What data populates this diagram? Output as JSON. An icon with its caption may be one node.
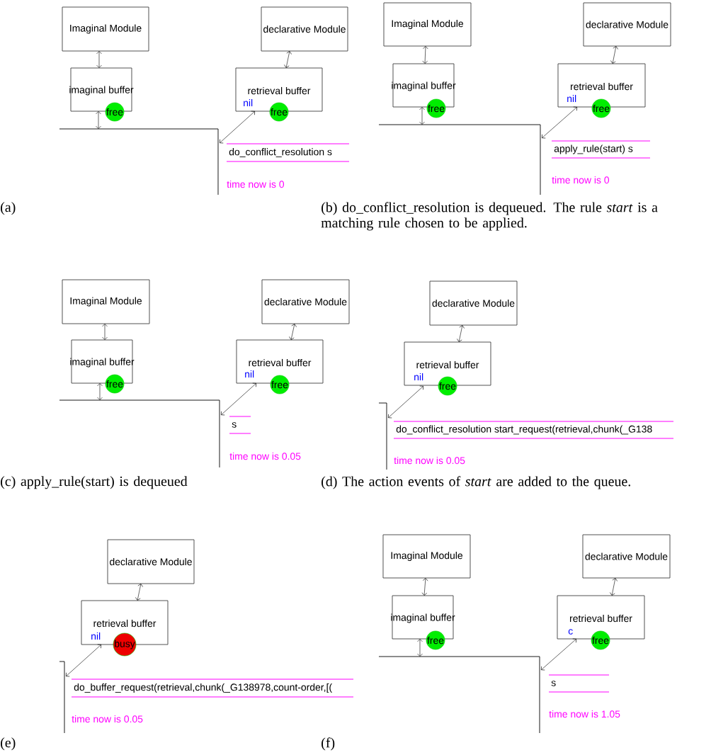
{
  "diagram": {
    "nodes": [
      {
        "text": [
          "Imaginal Module"
        ]
      },
      {
        "text": [
          "imaginal buffer"
        ]
      },
      {
        "text": [
          "free"
        ]
      },
      {
        "text": [
          "declarative Module"
        ]
      },
      {
        "text": [
          "retrieval buffer",
          "nil"
        ]
      },
      {
        "text": [
          "free"
        ]
      },
      {
        "text": [],
        "shape": "box"
      },
      {
        "text": [
          "do_conflict_resolution s"
        ]
      },
      {
        "text": [
          "Imaginal Module"
        ]
      },
      {
        "text": [
          "imaginal buffer"
        ]
      },
      {
        "text": [
          "free"
        ]
      },
      {
        "text": [
          "declarative Module"
        ]
      },
      {
        "text": [
          "retrieval buffer",
          "nil"
        ]
      },
      {
        "text": [
          "free"
        ]
      },
      {
        "text": [],
        "shape": "box"
      },
      {
        "text": [
          "apply_rule(start) s"
        ]
      },
      {
        "text": [
          "Imaginal Module"
        ]
      },
      {
        "text": [
          "imaginal buffer"
        ]
      },
      {
        "text": [
          "free"
        ]
      },
      {
        "text": [
          "declarative Module"
        ]
      },
      {
        "text": [
          "retrieval buffer",
          "nil"
        ]
      },
      {
        "text": [
          "free"
        ]
      },
      {
        "text": [],
        "shape": "box"
      },
      {
        "text": [
          "s"
        ]
      },
      {
        "text": [
          "declarative Module"
        ]
      },
      {
        "text": [
          "retrieval buffer",
          "nil"
        ]
      },
      {
        "text": [
          "free"
        ]
      },
      {
        "text": [],
        "shape": "box"
      },
      {
        "text": [
          "do_conflict_resolution start_request(retrieval,chunk(_G138"
        ]
      },
      {
        "text": [
          "declarative Module"
        ]
      },
      {
        "text": [
          "retrieval buffer",
          "nil"
        ]
      },
      {
        "text": [
          "busy"
        ]
      },
      {
        "text": [],
        "shape": "box"
      },
      {
        "text": [
          "do_buffer_request(retrieval,chunk(_G138978,count-order,[("
        ]
      },
      {
        "text": [
          "Imaginal Module"
        ]
      },
      {
        "text": [
          "imaginal buffer"
        ]
      },
      {
        "text": [
          "free"
        ]
      },
      {
        "text": [
          "declarative Module"
        ]
      },
      {
        "text": [
          "retrieval buffer",
          "c"
        ]
      },
      {
        "text": [
          "free"
        ]
      },
      {
        "text": [],
        "shape": "box"
      },
      {
        "text": [
          "s"
        ]
      }
    ],
    "edges": [
      {
        "from": 0,
        "to": 1,
        "arrow": "both"
      },
      {
        "from": 1,
        "to": 6,
        "arrow": "both"
      },
      {
        "from": 3,
        "to": 4,
        "arrow": "both"
      },
      {
        "from": 4,
        "to": 6,
        "arrow": "both"
      },
      {
        "from": 8,
        "to": 9,
        "arrow": "both"
      },
      {
        "from": 9,
        "to": 14,
        "arrow": "both"
      },
      {
        "from": 11,
        "to": 12,
        "arrow": "both"
      },
      {
        "from": 12,
        "to": 14,
        "arrow": "both"
      },
      {
        "from": 16,
        "to": 17,
        "arrow": "both"
      },
      {
        "from": 17,
        "to": 22,
        "arrow": "both"
      },
      {
        "from": 19,
        "to": 20,
        "arrow": "both"
      },
      {
        "from": 20,
        "to": 22,
        "arrow": "both"
      },
      {
        "from": 24,
        "to": 25,
        "arrow": "both"
      },
      {
        "from": 25,
        "to": 27,
        "arrow": "both"
      },
      {
        "from": 29,
        "to": 30,
        "arrow": "both"
      },
      {
        "from": 30,
        "to": 32,
        "arrow": "both"
      },
      {
        "from": 34,
        "to": 35,
        "arrow": "both"
      },
      {
        "from": 35,
        "to": 40,
        "arrow": "both"
      },
      {
        "from": 37,
        "to": 38,
        "arrow": "both"
      },
      {
        "from": 38,
        "to": 40,
        "arrow": "both"
      }
    ],
    "labels": [
      "time now is 0",
      "time now is 0",
      "(a)",
      "(b) do_conflict_resolution is dequeued. The rule *start* is a matching rule chosen to be applied.",
      "time now is 0.05",
      "time now is 0.05",
      "(c) apply_rule(start) is dequeued",
      "(d) The action events of *start* are added to the queue.",
      "time now is 0.05",
      "time now is 1.05",
      "(e)",
      "(f)"
    ]
  }
}
